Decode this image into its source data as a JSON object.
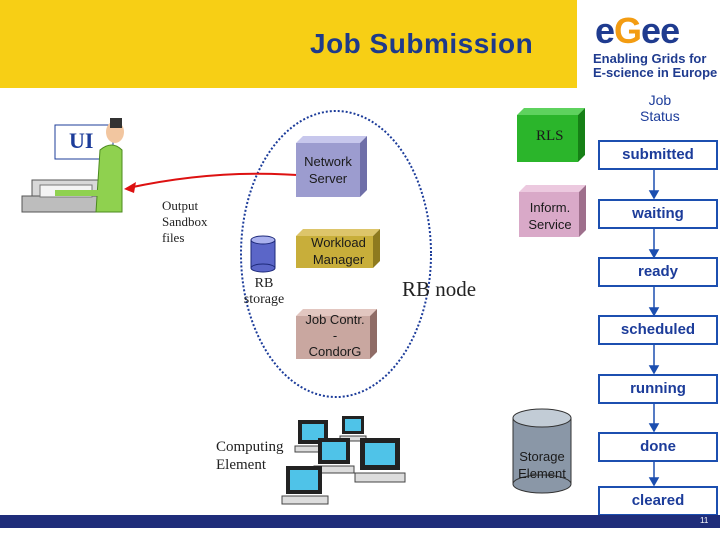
{
  "header": {
    "title": "Job Submission"
  },
  "logo": {
    "text_a": "e",
    "text_g": "G",
    "text_e": "ee",
    "tagline_1": "Enabling Grids for",
    "tagline_2": "E-science in Europe"
  },
  "diagram": {
    "ui_label": "UI",
    "output_sandbox": [
      "Output",
      "Sandbox",
      "files"
    ],
    "network_server": [
      "Network",
      "Server"
    ],
    "workload_manager": [
      "Workload",
      "Manager"
    ],
    "rb_storage": [
      "RB",
      "storage"
    ],
    "job_contr": [
      "Job Contr.",
      "-",
      "CondorG"
    ],
    "rb_node": "RB node",
    "rls": "RLS",
    "inform_service": [
      "Inform.",
      "Service"
    ],
    "computing_element": [
      "Computing",
      "Element"
    ],
    "storage_element": [
      "Storage",
      "Element"
    ]
  },
  "job_status": {
    "heading": [
      "Job",
      "Status"
    ],
    "states": [
      "submitted",
      "waiting",
      "ready",
      "scheduled",
      "running",
      "done",
      "cleared"
    ]
  },
  "colors": {
    "header": "#f7cf15",
    "footer": "#1f2d7a",
    "status_border": "#1c4fb0",
    "network_server": "#9c9ccf",
    "workload_manager": "#c8ae3a",
    "job_contr": "#c9a7a0",
    "rls": "#2bb52b",
    "inform_service": "#d9a9c8"
  },
  "footer": {
    "page": "11"
  }
}
